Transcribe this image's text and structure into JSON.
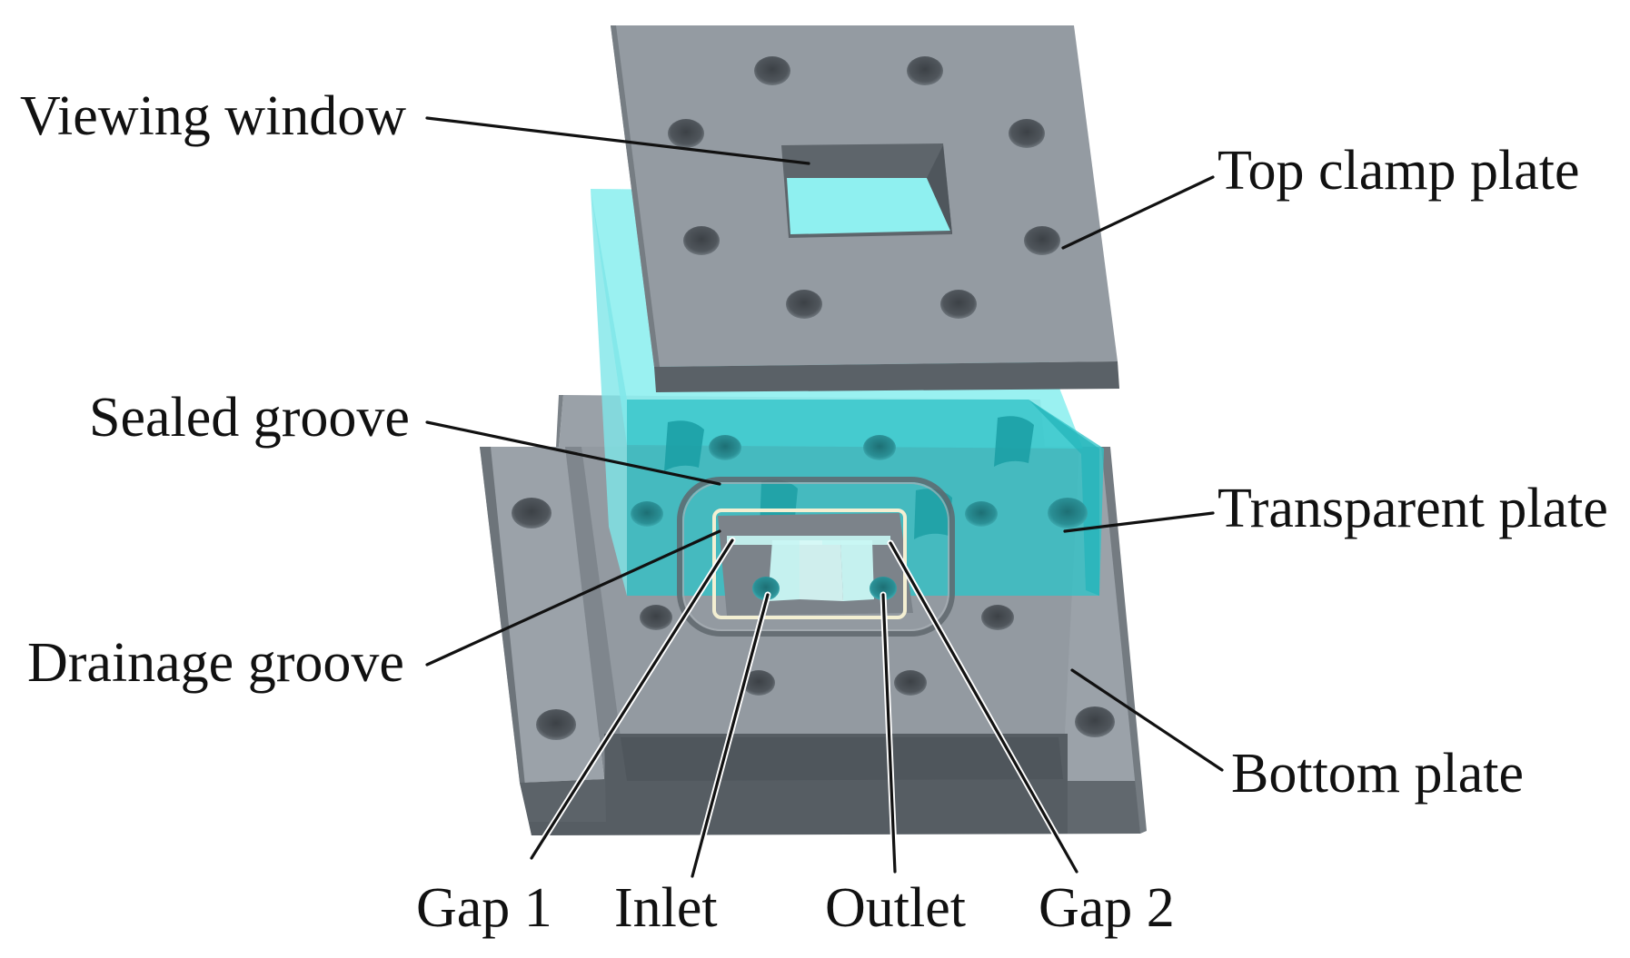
{
  "labels": {
    "viewing_window": "Viewing window",
    "top_clamp_plate": "Top clamp plate",
    "sealed_groove": "Sealed groove",
    "transparent_plate": "Transparent plate",
    "drainage_groove": "Drainage groove",
    "bottom_plate": "Bottom plate",
    "gap_1": "Gap 1",
    "inlet": "Inlet",
    "outlet": "Outlet",
    "gap_2": "Gap 2"
  },
  "colors": {
    "steel_top": "#939aa1",
    "steel_side": "#5b6268",
    "steel_front": "#6a7177",
    "hole": "#4b5156",
    "transparent": "#31c4c8",
    "transparent_light": "#8ff0f0",
    "gasket": "#f3efd2"
  }
}
